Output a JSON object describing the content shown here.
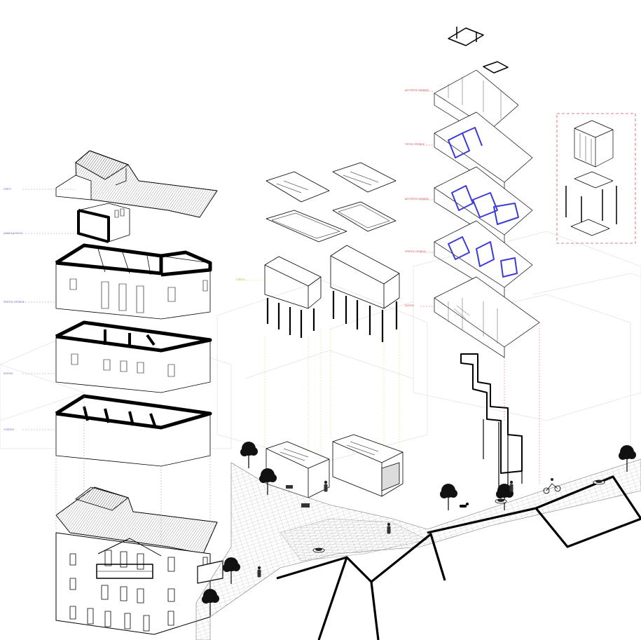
{
  "colors": {
    "line": "#000000",
    "thin_line": "#333333",
    "faint_context": "#e6e6e6",
    "blue_module": "#3b3bd6",
    "red_leader": "#e0505a",
    "yellow_leader": "#e2d84a",
    "blue_leader": "#8b93cf"
  },
  "left_stack_labels": [
    "ΣΤΕΓΗ",
    "ΔΩΜΑ ΚΑΛΥΨΗΣ",
    "ΠΡΩΤΟΣ ΟΡΟΦΟΣ",
    "ΙΣΟΓΕΙΟ",
    "ΥΠΟΓΕΙΟ"
  ],
  "middle_labels": [
    "ΣΤΕΓΕΣ"
  ],
  "right_stack_labels": [
    "ΔΕΥΤΕΡΟΣ ΟΡΟΦΟΣ",
    "ΤΡΙΤΟΣ ΟΡΟΦΟΣ",
    "ΔΕΥΤΕΡΟΣ ΟΡΟΦΟΣ",
    "ΠΡΩΤΟΣ ΟΡΟΦΟΣ",
    "ΙΣΟΓΕΙΟ"
  ],
  "icons": [
    "tree-icon",
    "person-icon",
    "dog-icon",
    "bicycle-icon",
    "bench-icon",
    "planter-icon"
  ]
}
